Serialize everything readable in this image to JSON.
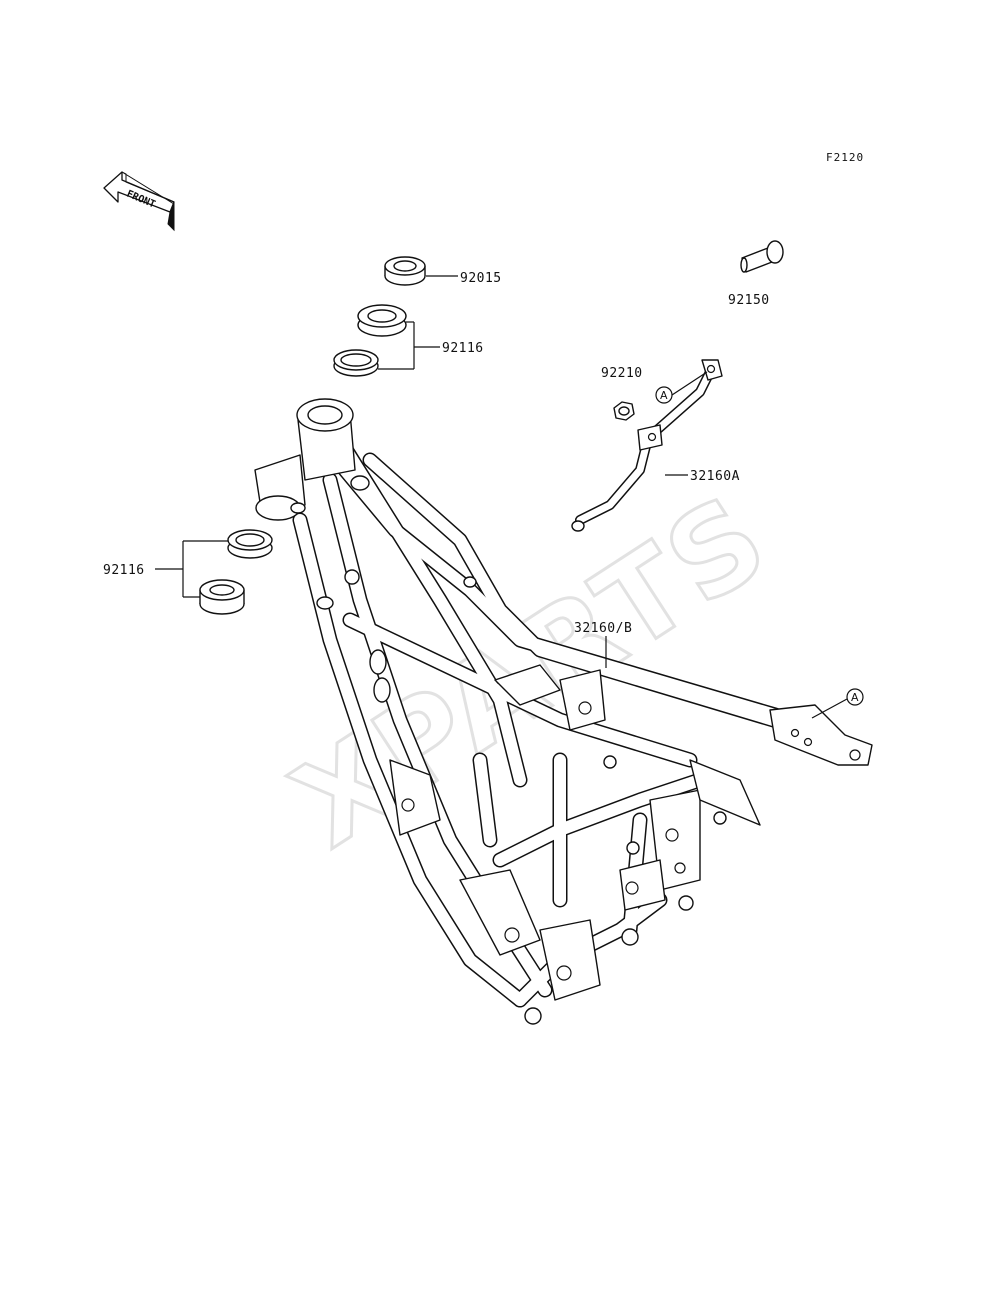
{
  "diagram": {
    "code": "F2120",
    "front_label": "FRONT",
    "watermark": "XPARTS",
    "callouts": {
      "p92015": "92015",
      "p92116_top": "92116",
      "p92150": "92150",
      "p92210": "92210",
      "p32160A": "32160A",
      "p92116_left": "92116",
      "p32160B": "32160/B"
    },
    "ref_markers": {
      "a1": "A",
      "a2": "A"
    }
  }
}
